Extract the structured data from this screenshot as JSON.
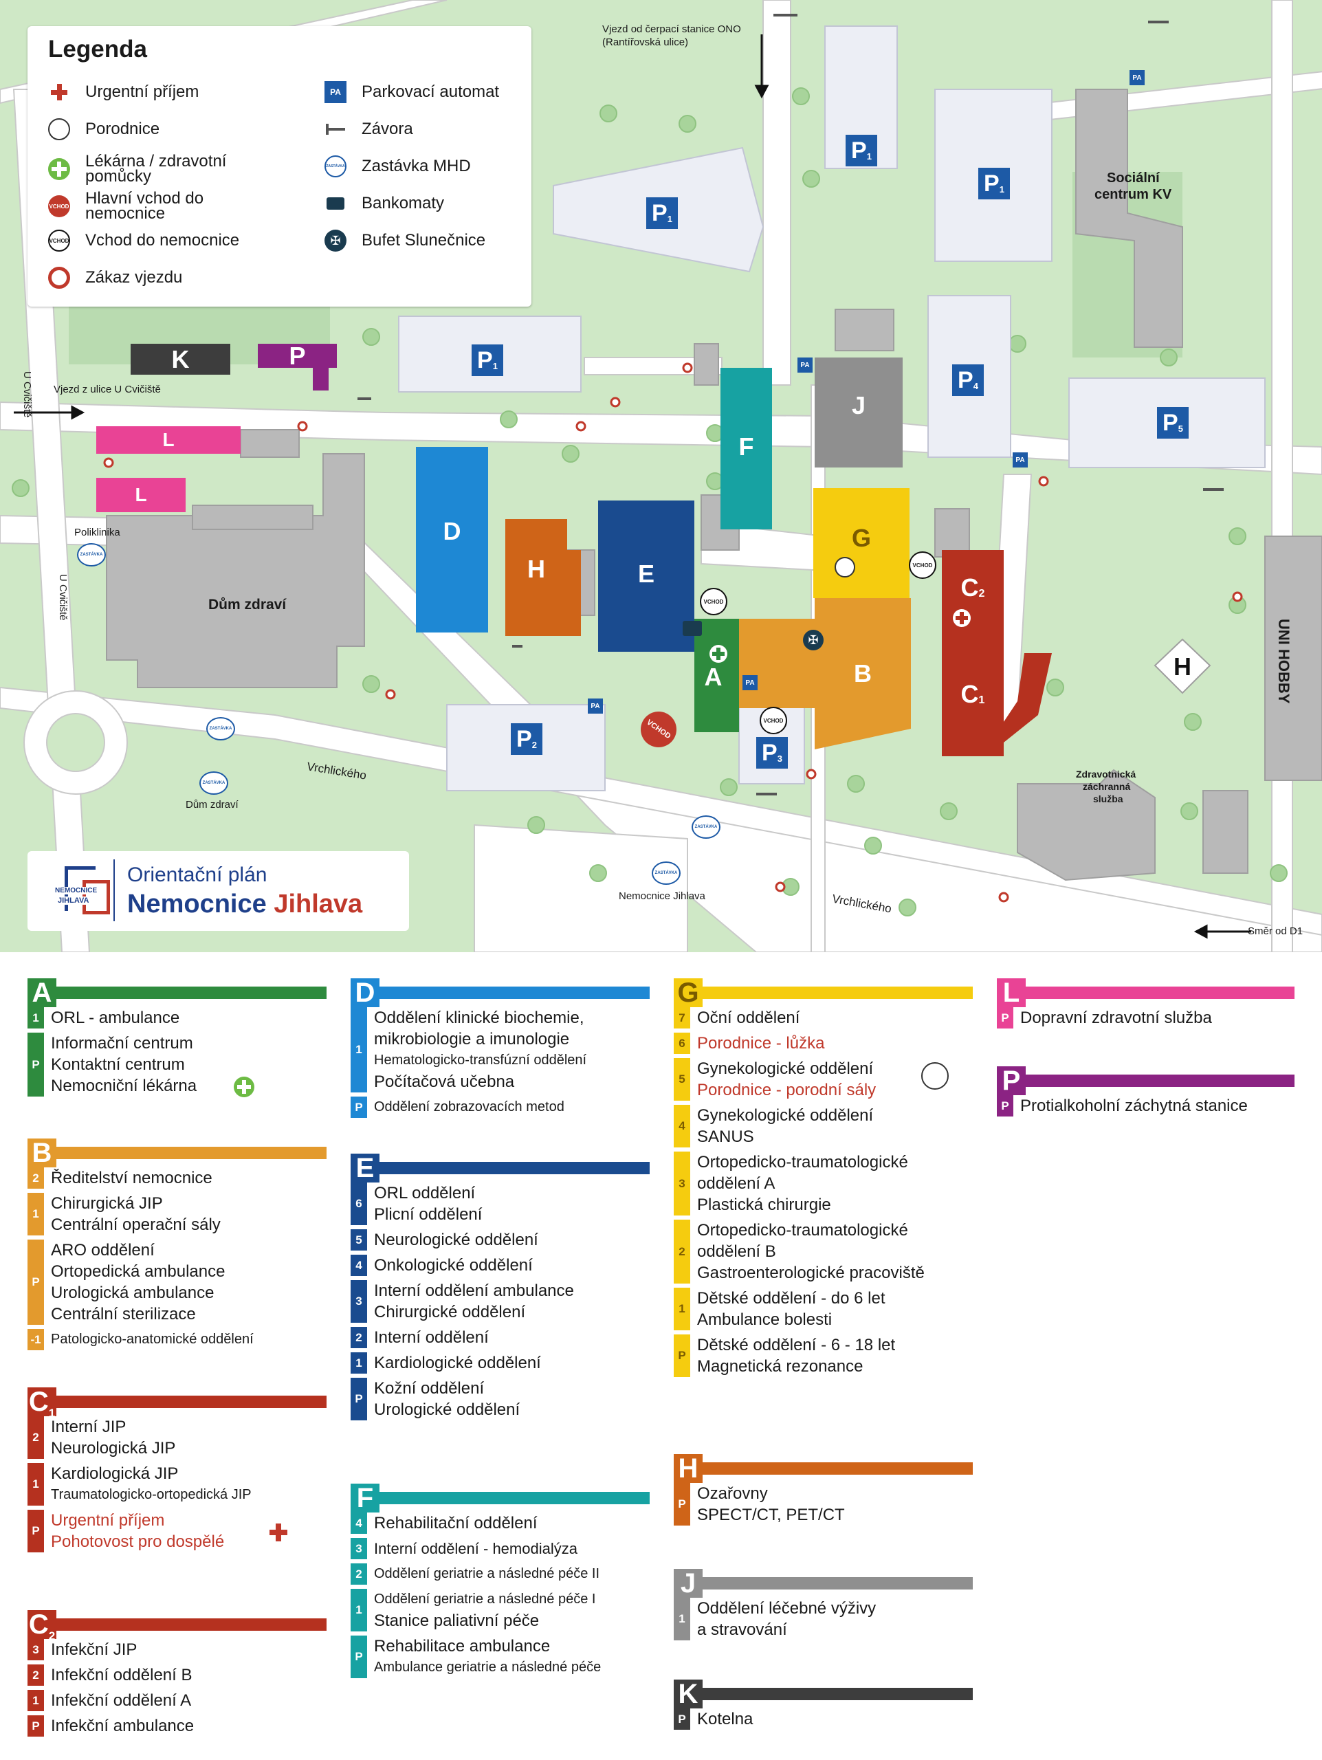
{
  "legend": {
    "title": "Legenda",
    "items_left": [
      {
        "icon": "urgent-cross-icon",
        "label": "Urgentní příjem"
      },
      {
        "icon": "baby-icon",
        "label": "Porodnice"
      },
      {
        "icon": "pharmacy-cross-icon",
        "label": "Lékárna / zdravotní pomůcky"
      },
      {
        "icon": "main-entrance-icon",
        "label": "Hlavní vchod do nemocnice"
      },
      {
        "icon": "entrance-icon",
        "label": "Vchod do nemocnice"
      },
      {
        "icon": "no-entry-icon",
        "label": "Zákaz vjezdu"
      }
    ],
    "items_right": [
      {
        "icon": "parking-machine-icon",
        "label": "Parkovací automat"
      },
      {
        "icon": "barrier-icon",
        "label": "Závora"
      },
      {
        "icon": "bus-stop-icon",
        "label": "Zastávka MHD"
      },
      {
        "icon": "atm-icon",
        "label": "Bankomaty"
      },
      {
        "icon": "cutlery-icon",
        "label": "Bufet Slunečnice"
      }
    ]
  },
  "logo": {
    "mark_top": "NEMOCNICE",
    "mark_bottom": "JIHLAVA",
    "line1": "Orientační plán",
    "line2a": "Nemocnice",
    "line2b": "Jihlava"
  },
  "map_labels": {
    "onoEntry1": "Vjezd od čerpací stanice ONO",
    "onoEntry2": "(Rantířovská ulice)",
    "cvicisteEntry": "Vjezd z ulice U Cvičiště",
    "uCviciste1": "U Cvičiště",
    "uCviciste2": "U Cvičiště",
    "poliklinika": "Poliklinika",
    "dumZdravi": "Dům zdraví",
    "dumZdraviStop": "Dům zdraví",
    "vrchlickeho1": "Vrchlického",
    "vrchlickeho2": "Vrchlického",
    "nemocniceStop": "Nemocnice Jihlava",
    "smerD1": "Směr od D1",
    "socialni1": "Sociální",
    "socialni2": "centrum KV",
    "uniHobby": "UNI HOBBY",
    "zachranna1": "Zdravotnická",
    "zachranna2": "záchranná",
    "zachranna3": "služba",
    "busStop": "ZASTÁVKA",
    "vchod": "VCHOD",
    "pa": "PA"
  },
  "buildings": {
    "A": "A",
    "B": "B",
    "C1": "C",
    "C1sub": "1",
    "C2": "C",
    "C2sub": "2",
    "D": "D",
    "E": "E",
    "F": "F",
    "G": "G",
    "H": "H",
    "H2": "H",
    "J": "J",
    "K": "K",
    "L1": "L",
    "L2": "L",
    "Pb": "P"
  },
  "parking": {
    "P": "P",
    "s1": "1",
    "s2": "2",
    "s3": "3",
    "s4": "4",
    "s5": "5"
  },
  "colors": {
    "A": "#2e8b3e",
    "B": "#e39a2d",
    "C": "#b5311f",
    "D": "#1e88d4",
    "E": "#1a4b8f",
    "F": "#17a2a2",
    "G": "#f5cc0f",
    "H": "#cf6418",
    "J": "#8f8f8f",
    "K": "#3d3d3d",
    "L": "#e94395",
    "P": "#8b2383",
    "parking": "#1d5aa6"
  },
  "directory": {
    "A": {
      "letter": "A",
      "rows": [
        {
          "floor": "1",
          "lines": [
            "ORL - ambulance"
          ]
        },
        {
          "floor": "P",
          "lines": [
            "Informační centrum",
            "Kontaktní centrum",
            "Nemocniční lékárna"
          ]
        }
      ]
    },
    "B": {
      "letter": "B",
      "rows": [
        {
          "floor": "2",
          "lines": [
            "Ředitelství nemocnice"
          ]
        },
        {
          "floor": "1",
          "lines": [
            "Chirurgická JIP",
            "Centrální operační sály"
          ]
        },
        {
          "floor": "P",
          "lines": [
            "ARO oddělení",
            "Ortopedická ambulance",
            "Urologická ambulance",
            "Centrální sterilizace"
          ]
        },
        {
          "floor": "-1",
          "small": "Patologicko-anatomické oddělení"
        }
      ]
    },
    "C1": {
      "letter": "C",
      "sub": "1",
      "rows": [
        {
          "floor": "2",
          "lines": [
            "Interní JIP",
            "Neurologická JIP"
          ]
        },
        {
          "floor": "1",
          "lines": [
            "Kardiologická JIP"
          ],
          "small": "Traumatologicko-ortopedická JIP"
        },
        {
          "floor": "P",
          "red": [
            "Urgentní příjem",
            "Pohotovost pro dospělé"
          ]
        }
      ]
    },
    "C2": {
      "letter": "C",
      "sub": "2",
      "rows": [
        {
          "floor": "3",
          "lines": [
            "Infekční JIP"
          ]
        },
        {
          "floor": "2",
          "lines": [
            "Infekční oddělení B"
          ]
        },
        {
          "floor": "1",
          "lines": [
            "Infekční oddělení A"
          ]
        },
        {
          "floor": "P",
          "lines": [
            "Infekční ambulance"
          ]
        }
      ]
    },
    "D": {
      "letter": "D",
      "rows": [
        {
          "floor": "1",
          "lines": [
            "Oddělení klinické biochemie,",
            "mikrobiologie a imunologie"
          ],
          "small": "Hematologicko-transfúzní oddělení",
          "lines2": [
            "Počítačová učebna"
          ]
        },
        {
          "floor": "P",
          "small": "Oddělení zobrazovacích metod"
        }
      ]
    },
    "E": {
      "letter": "E",
      "rows": [
        {
          "floor": "6",
          "lines": [
            "ORL oddělení",
            "Plicní oddělení"
          ]
        },
        {
          "floor": "5",
          "lines": [
            "Neurologické oddělení"
          ]
        },
        {
          "floor": "4",
          "lines": [
            "Onkologické oddělení"
          ]
        },
        {
          "floor": "3",
          "lines": [
            "Interní oddělení ambulance",
            "Chirurgické oddělení"
          ]
        },
        {
          "floor": "2",
          "lines": [
            "Interní oddělení"
          ]
        },
        {
          "floor": "1",
          "lines": [
            "Kardiologické oddělení"
          ]
        },
        {
          "floor": "P",
          "lines": [
            "Kožní oddělení",
            "Urologické oddělení"
          ]
        }
      ]
    },
    "F": {
      "letter": "F",
      "rows": [
        {
          "floor": "4",
          "lines": [
            "Rehabilitační oddělení"
          ]
        },
        {
          "floor": "3",
          "smallish": "Interní oddělení - hemodialýza"
        },
        {
          "floor": "2",
          "small": "Oddělení geriatrie a následné péče II"
        },
        {
          "floor": "1",
          "small": "Oddělení geriatrie a následné péče I",
          "lines2": [
            "Stanice paliativní péče"
          ]
        },
        {
          "floor": "P",
          "lines": [
            "Rehabilitace ambulance"
          ],
          "small": "Ambulance geriatrie a následné péče"
        }
      ]
    },
    "G": {
      "letter": "G",
      "rows": [
        {
          "floor": "7",
          "lines": [
            "Oční oddělení"
          ]
        },
        {
          "floor": "6",
          "red": [
            "Porodnice - lůžka"
          ]
        },
        {
          "floor": "5",
          "lines": [
            "Gynekologické oddělení"
          ],
          "red2": [
            "Porodnice - porodní sály"
          ]
        },
        {
          "floor": "4",
          "lines": [
            "Gynekologické oddělení",
            "SANUS"
          ]
        },
        {
          "floor": "3",
          "lines": [
            "Ortopedicko-traumatologické",
            "oddělení A",
            "Plastická chirurgie"
          ]
        },
        {
          "floor": "2",
          "lines": [
            "Ortopedicko-traumatologické",
            "oddělení B",
            "Gastroenterologické pracoviště"
          ]
        },
        {
          "floor": "1",
          "lines": [
            "Dětské oddělení - do 6 let",
            "Ambulance bolesti"
          ]
        },
        {
          "floor": "P",
          "lines": [
            "Dětské oddělení - 6 - 18 let",
            "Magnetická rezonance"
          ]
        }
      ]
    },
    "H": {
      "letter": "H",
      "rows": [
        {
          "floor": "P",
          "lines": [
            "Ozařovny",
            "SPECT/CT, PET/CT"
          ]
        }
      ]
    },
    "J": {
      "letter": "J",
      "rows": [
        {
          "floor": "1",
          "lines": [
            "Oddělení léčebné výživy",
            "a stravování"
          ]
        }
      ]
    },
    "K": {
      "letter": "K",
      "rows": [
        {
          "floor": "P",
          "lines": [
            "Kotelna"
          ]
        }
      ]
    },
    "L": {
      "letter": "L",
      "rows": [
        {
          "floor": "P",
          "lines": [
            "Dopravní zdravotní služba"
          ]
        }
      ]
    },
    "P": {
      "letter": "P",
      "rows": [
        {
          "floor": "P",
          "lines": [
            "Protialkoholní záchytná stanice"
          ]
        }
      ]
    }
  }
}
